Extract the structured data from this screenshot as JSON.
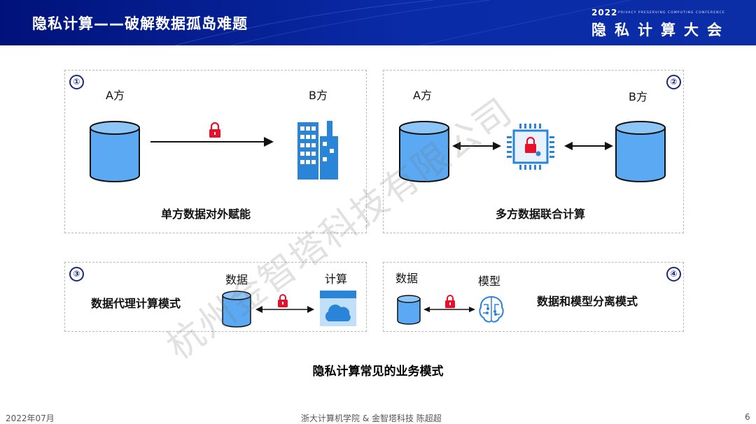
{
  "header": {
    "title": "隐私计算——破解数据孤岛难题",
    "brand_year": "2022",
    "brand_subtitle": "PRIVACY PRESERVING COMPUTING CONFERENCE",
    "brand_name": "隐私计算大会"
  },
  "panels": [
    {
      "number": "①",
      "party_a": "A方",
      "party_b": "B方",
      "title": "单方数据对外赋能"
    },
    {
      "number": "②",
      "party_a": "A方",
      "party_b": "B方",
      "title": "多方数据联合计算"
    },
    {
      "number": "③",
      "title": "数据代理计算模式",
      "data_label": "数据",
      "compute_label": "计算"
    },
    {
      "number": "④",
      "data_label": "数据",
      "model_label": "模型",
      "title": "数据和模型分离模式"
    }
  ],
  "watermark": "杭州金智塔科技有限公司",
  "caption": "隐私计算常见的业务模式",
  "footer": {
    "date": "2022年07月",
    "author": "浙大计算机学院 & 金智塔科技 陈超超",
    "page": "6"
  },
  "colors": {
    "header_bg": "#0b2da6",
    "cylinder": "#5aa9f2",
    "lock": "#e8102a",
    "building": "#2a84d8"
  },
  "icons": [
    "database-icon",
    "lock-icon",
    "building-icon",
    "chip-lock-icon",
    "cloud-icon",
    "brain-icon"
  ]
}
